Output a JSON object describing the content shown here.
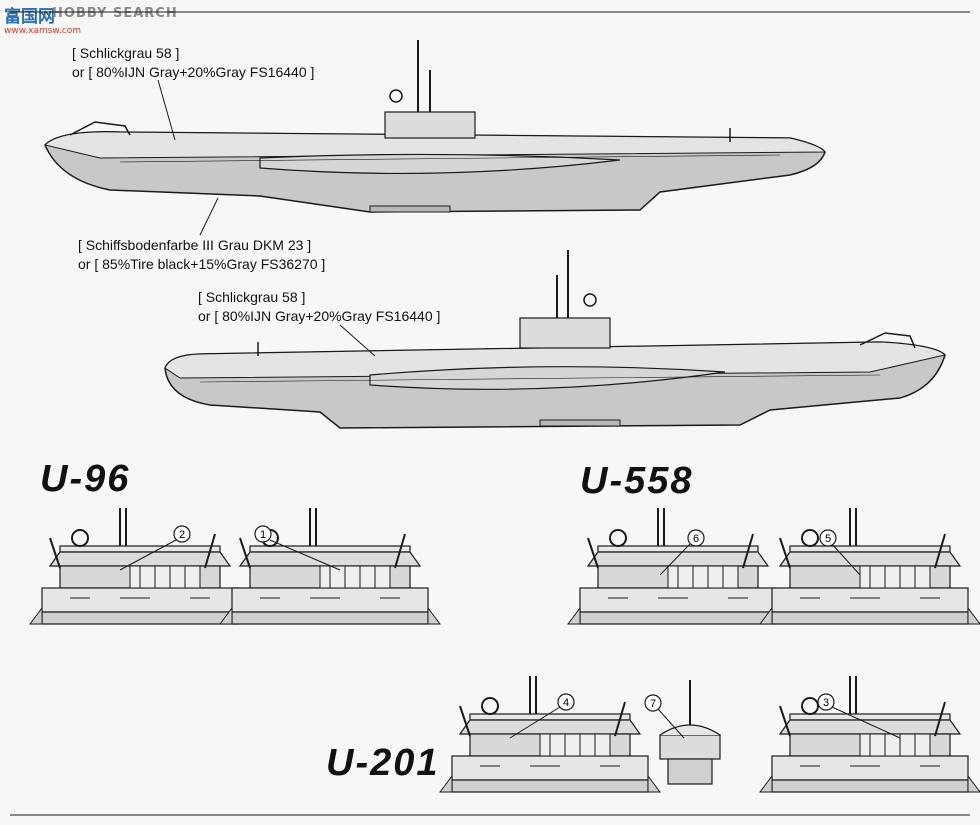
{
  "watermark": {
    "brand": "HOBBY SEARCH",
    "chinese": "富国网",
    "site": "www.xamsw.com"
  },
  "upper_callouts": {
    "grey_paint": {
      "line1": "[ Schlickgrau 58 ]",
      "line2": "or [ 80%IJN Gray+20%Gray FS16440 ]"
    },
    "hull_paint": {
      "line1": "[ Schiffsbodenfarbe III Grau DKM 23 ]",
      "line2": "or [ 85%Tire black+15%Gray FS36270 ]"
    }
  },
  "lower_callout": {
    "line1": "[ Schlickgrau 58 ]",
    "line2": "or [ 80%IJN Gray+20%Gray FS16440 ]"
  },
  "boats": [
    {
      "name": "U-96",
      "markings": [
        "2",
        "1"
      ]
    },
    {
      "name": "U-558",
      "markings": [
        "6",
        "5"
      ]
    },
    {
      "name": "U-201",
      "markings": [
        "4",
        "7",
        "3"
      ]
    }
  ],
  "colors": {
    "hull_grey": "#c8c8c8",
    "deck_grey": "#e4e4e4",
    "line": "#1a1a1a",
    "paper": "#f7f7f5"
  },
  "icons": [
    "submarine-profile",
    "conning-tower-view",
    "emblem-marker"
  ]
}
